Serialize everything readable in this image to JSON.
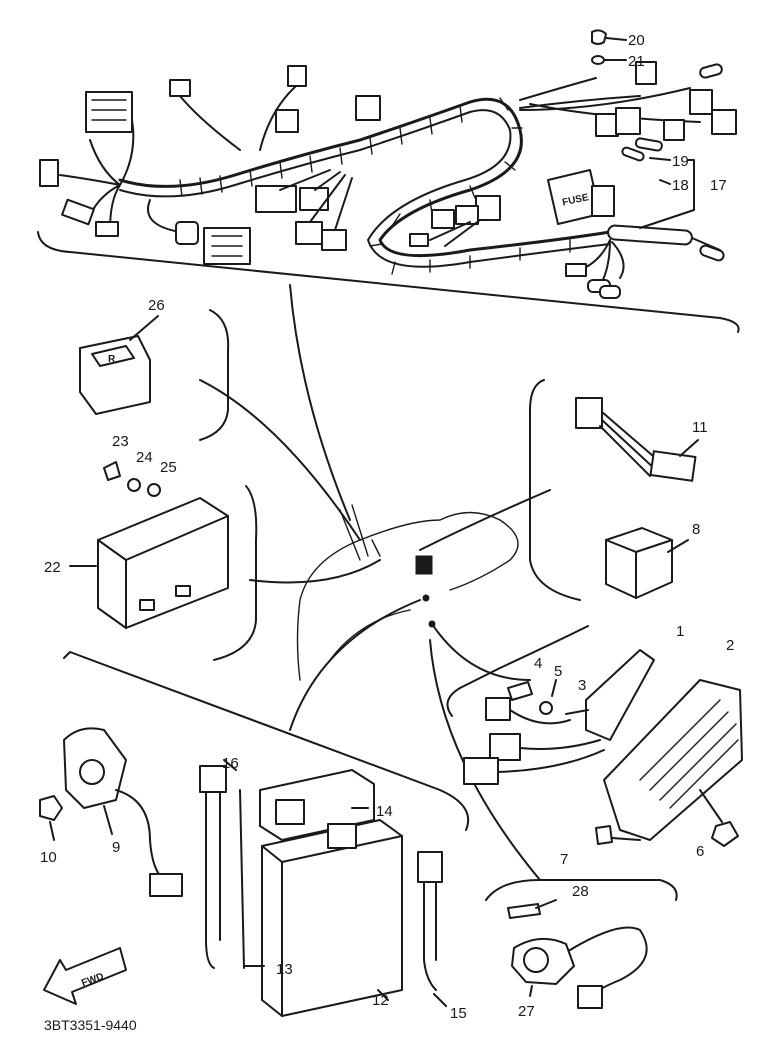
{
  "diagram": {
    "code": "3BT3351-9440",
    "fwd_label": "FWD",
    "relay_label": "R",
    "fuse_label": "FUSE"
  },
  "callouts": [
    {
      "id": "c1",
      "text": "1"
    },
    {
      "id": "c2",
      "text": "2"
    },
    {
      "id": "c3",
      "text": "3"
    },
    {
      "id": "c4",
      "text": "4"
    },
    {
      "id": "c5",
      "text": "5"
    },
    {
      "id": "c6",
      "text": "6"
    },
    {
      "id": "c7",
      "text": "7"
    },
    {
      "id": "c8",
      "text": "8"
    },
    {
      "id": "c9",
      "text": "9"
    },
    {
      "id": "c10",
      "text": "10"
    },
    {
      "id": "c11",
      "text": "11"
    },
    {
      "id": "c12",
      "text": "12"
    },
    {
      "id": "c13",
      "text": "13"
    },
    {
      "id": "c14",
      "text": "14"
    },
    {
      "id": "c15",
      "text": "15"
    },
    {
      "id": "c16",
      "text": "16"
    },
    {
      "id": "c17",
      "text": "17"
    },
    {
      "id": "c18",
      "text": "18"
    },
    {
      "id": "c19",
      "text": "19"
    },
    {
      "id": "c20",
      "text": "20"
    },
    {
      "id": "c21",
      "text": "21"
    },
    {
      "id": "c22",
      "text": "22"
    },
    {
      "id": "c23",
      "text": "23"
    },
    {
      "id": "c24",
      "text": "24"
    },
    {
      "id": "c25",
      "text": "25"
    },
    {
      "id": "c26",
      "text": "26"
    },
    {
      "id": "c27",
      "text": "27"
    },
    {
      "id": "c28",
      "text": "28"
    }
  ]
}
